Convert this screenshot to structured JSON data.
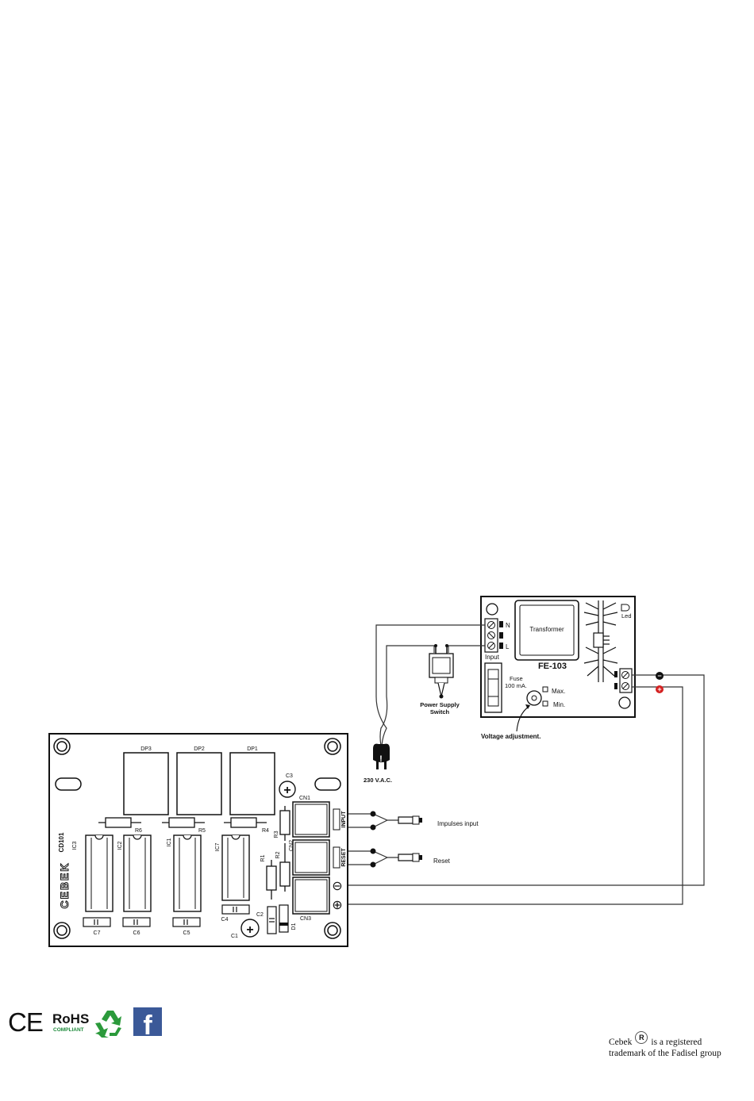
{
  "board": {
    "dp_labels": [
      "DP3",
      "DP2",
      "DP1"
    ],
    "resistor_labels": [
      "R6",
      "R5",
      "R4",
      "R3",
      "R2",
      "R1"
    ],
    "ic_labels": [
      "IC3",
      "IC2",
      "IC1",
      "IC7"
    ],
    "cap_labels": [
      "C7",
      "C6",
      "C5",
      "C4",
      "C3",
      "C2",
      "C1"
    ],
    "diode_labels": [
      "D1"
    ],
    "connector_labels": [
      "CN1",
      "CN2",
      "CN3"
    ],
    "input_label": "INPUT",
    "reset_label": "RESET",
    "code": "CD101",
    "brand": "CEBEK",
    "minus_symbol": "⊖",
    "plus_symbol": "⊕"
  },
  "power_supply": {
    "model": "FE-103",
    "transformer_label": "Transformer",
    "led_label": "Led",
    "input_label": "Input",
    "n_label": "N",
    "l_label": "L",
    "fuse_label": "Fuse",
    "fuse_value": "100 mA.",
    "max_label": "Max.",
    "min_label": "Min.",
    "voltage_adjust_label": "Voltage adjustment."
  },
  "wiring": {
    "switch_label_line1": "Power Supply",
    "switch_label_line2": "Switch",
    "mains_label": "230 V.A.C.",
    "impulses_label": "Impulses input",
    "reset_label": "Reset",
    "minus_sign": "−",
    "plus_sign": "+"
  },
  "footer": {
    "ce_mark": "CE",
    "rohs_label": "RoHS",
    "rohs_sub": "COMPLIANT",
    "facebook_glyph": "f",
    "reg_symbol": "R",
    "trademark_brand": "Cebek",
    "trademark_line1": "is a registered",
    "trademark_line2": "trademark of the Fadisel group"
  },
  "colors": {
    "ink": "#111111",
    "red": "#d42020",
    "recycle_green": "#2b9a3b",
    "rohs_green": "#1d8a3a",
    "facebook_blue": "#3b5998"
  }
}
